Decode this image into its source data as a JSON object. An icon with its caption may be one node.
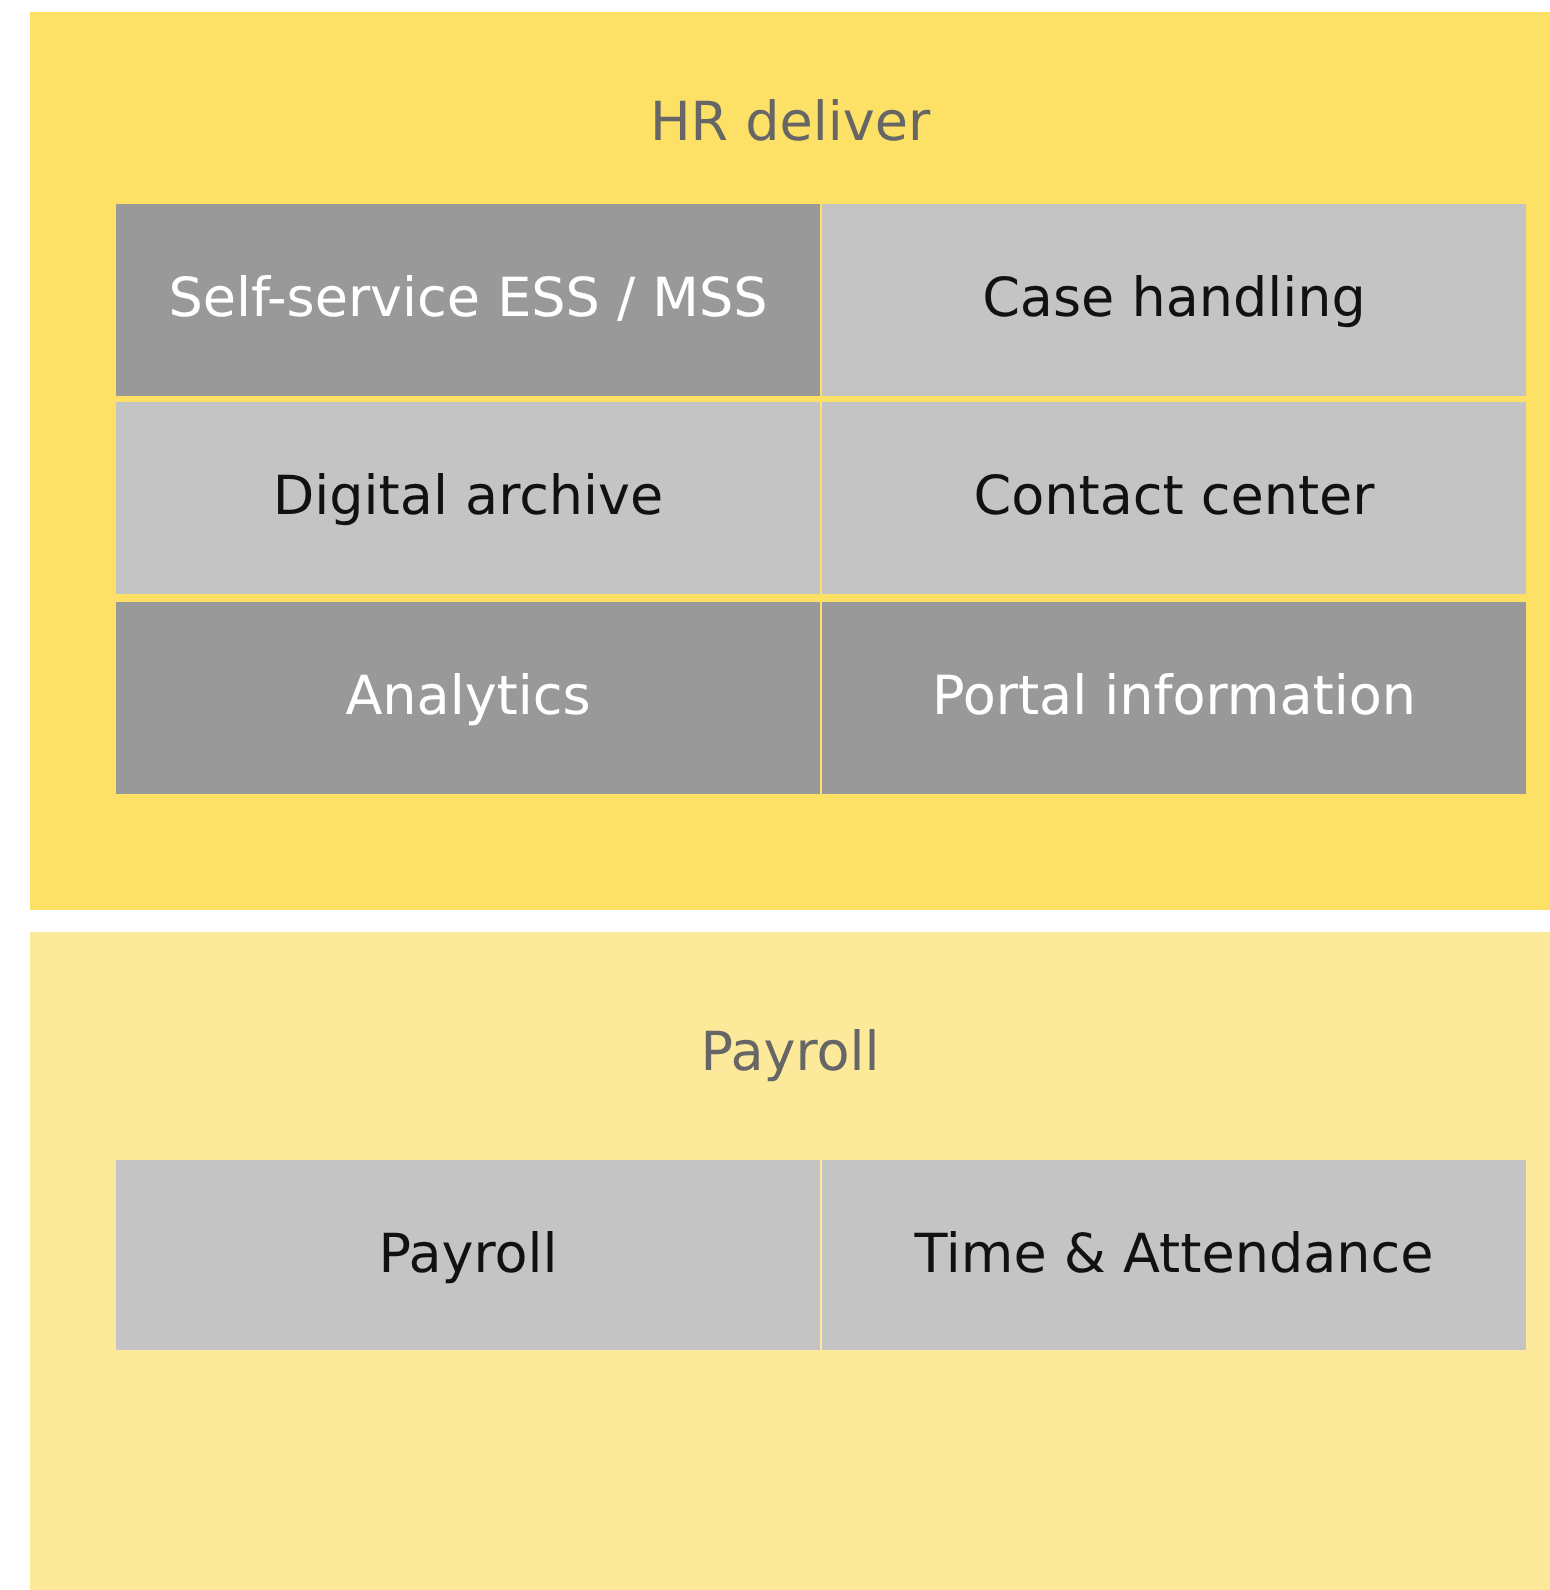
{
  "diagram": {
    "nodes": [
      {
        "text": [
          "HR deliver"
        ]
      },
      {
        "text": [
          "Self-service ESS / MSS"
        ],
        "in": 0
      },
      {
        "text": [
          "Case handling"
        ],
        "in": 0
      },
      {
        "text": [
          "Digital archive"
        ],
        "in": 0
      },
      {
        "text": [
          "Contact center"
        ],
        "in": 0
      },
      {
        "text": [
          "Analytics"
        ],
        "in": 0
      },
      {
        "text": [
          "Portal information"
        ],
        "in": 0
      },
      {
        "text": [
          "Payroll"
        ]
      },
      {
        "text": [
          "Payroll"
        ],
        "in": 7
      },
      {
        "text": [
          "Time & Attendance"
        ],
        "in": 7
      }
    ]
  }
}
